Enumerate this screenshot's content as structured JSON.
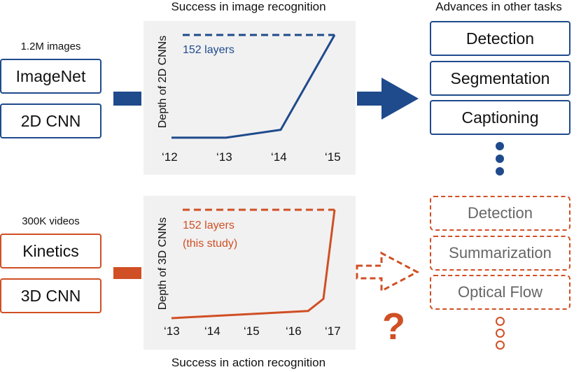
{
  "top_title": "Success in image recognition",
  "bottom_title": "Success in action recognition",
  "right_title": "Advances in other tasks",
  "top_left": {
    "dataset_note": "1.2M images",
    "dataset_box": "ImageNet",
    "model_box": "2D CNN"
  },
  "bottom_left": {
    "dataset_note": "300K videos",
    "dataset_box": "Kinetics",
    "model_box": "3D CNN"
  },
  "right_top_tasks": [
    "Detection",
    "Segmentation",
    "Captioning"
  ],
  "right_bottom_tasks": [
    "Detection",
    "Summarization",
    "Optical Flow"
  ],
  "question_mark": "?",
  "colors": {
    "blue": "#1f4a8c",
    "orange": "#d04f24",
    "panel_bg": "#f1f1f1",
    "faded_text": "#666666"
  },
  "chart_data": [
    {
      "type": "line",
      "ylabel": "Depth of 2D CNNs",
      "x": [
        "‘12",
        "‘13",
        "‘14",
        "‘15"
      ],
      "annotation": "152 layers",
      "series": [
        {
          "values": [
            8,
            8,
            19,
            152
          ]
        }
      ],
      "reference_line": 152,
      "ylim": [
        0,
        152
      ]
    },
    {
      "type": "line",
      "ylabel": "Depth of 3D CNNs",
      "x": [
        "‘13",
        "‘14",
        "‘15",
        "‘16",
        "‘17"
      ],
      "annotation": "152 layers",
      "annotation_sub": "(this study)",
      "series": [
        {
          "values": [
            0,
            5,
            10,
            17,
            152
          ]
        }
      ],
      "reference_line": 152,
      "ylim": [
        0,
        152
      ]
    }
  ]
}
